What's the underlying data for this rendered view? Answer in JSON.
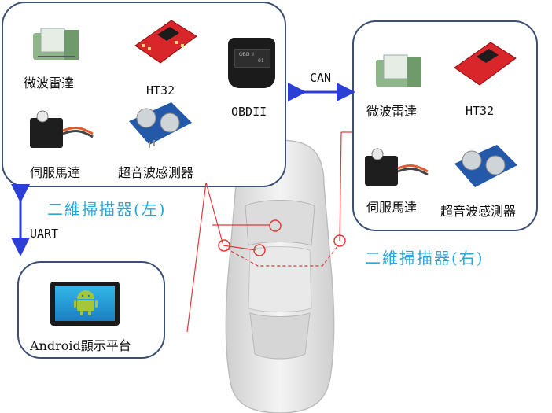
{
  "left_panel": {
    "labels": [
      "微波雷達",
      "HT32",
      "OBDII",
      "伺服馬達",
      "超音波感測器"
    ]
  },
  "right_panel": {
    "labels": [
      "微波雷達",
      "HT32",
      "伺服馬達",
      "超音波感測器"
    ]
  },
  "bottom_panel": {
    "label": "Android顯示平台"
  },
  "connections": {
    "can": "CAN",
    "uart": "UART"
  },
  "scanner_titles": {
    "left": "二維掃描器(左)",
    "right": "二維掃描器(右)"
  },
  "obd_chip_text": [
    "OBD II",
    "01"
  ],
  "colors": {
    "panel_border": "#3c4f74",
    "title_color": "#2aa7d8",
    "arrow_blue": "#2b3fd6",
    "pointer_red": "#e03a3a"
  }
}
